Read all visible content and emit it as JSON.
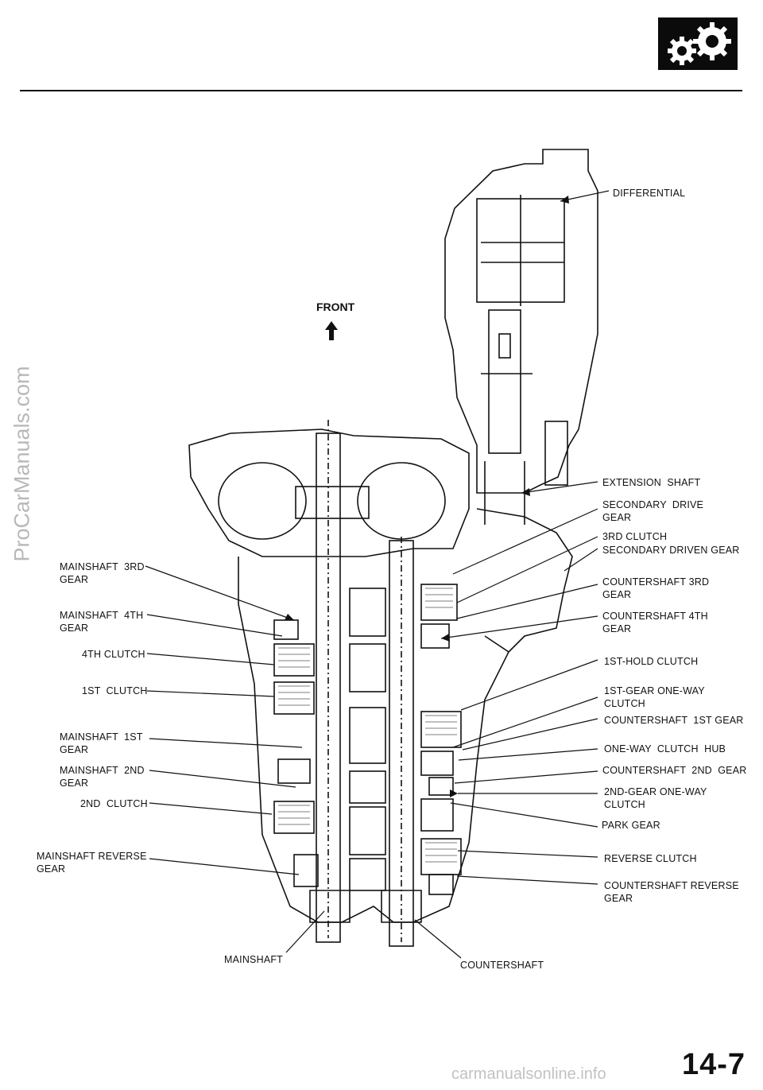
{
  "header": {
    "page_number": "14-7",
    "logo_icon": "gears-icon"
  },
  "front_indicator": {
    "text": "FRONT",
    "icon": "arrow-up-icon"
  },
  "labels_left": {
    "mainshaft_3rd_gear": "MAINSHAFT  3RD\nGEAR",
    "mainshaft_4th_gear": "MAINSHAFT  4TH\nGEAR",
    "fourth_clutch": "4TH CLUTCH",
    "first_clutch": "1ST  CLUTCH",
    "mainshaft_1st_gear": "MAINSHAFT  1ST\nGEAR",
    "mainshaft_2nd_gear": "MAINSHAFT  2ND\nGEAR",
    "second_clutch": "2ND  CLUTCH",
    "mainshaft_reverse_gear": "MAINSHAFT REVERSE\nGEAR"
  },
  "labels_right": {
    "differential": "DIFFERENTIAL",
    "extension_shaft": "EXTENSION  SHAFT",
    "secondary_drive_gear": "SECONDARY  DRIVE\nGEAR",
    "third_clutch": "3RD CLUTCH",
    "secondary_driven_gear": "SECONDARY DRIVEN GEAR",
    "countershaft_3rd_gear": "COUNTERSHAFT 3RD\nGEAR",
    "countershaft_4th_gear": "COUNTERSHAFT 4TH\nGEAR",
    "first_hold_clutch": "1ST-HOLD CLUTCH",
    "first_gear_one_way_clutch": "1ST-GEAR ONE-WAY\nCLUTCH",
    "countershaft_1st_gear": "COUNTERSHAFT  1ST GEAR",
    "one_way_clutch_hub": "ONE-WAY  CLUTCH  HUB",
    "countershaft_2nd_gear": "COUNTERSHAFT  2ND  GEAR",
    "second_gear_one_way_clutch": "2ND-GEAR ONE-WAY\nCLUTCH",
    "park_gear": "PARK GEAR",
    "reverse_clutch": "REVERSE CLUTCH",
    "countershaft_reverse_gear": "COUNTERSHAFT REVERSE\nGEAR"
  },
  "labels_bottom": {
    "mainshaft": "MAINSHAFT",
    "countershaft": "COUNTERSHAFT"
  },
  "watermarks": {
    "left": "ProCarManuals.com",
    "bottom": "carmanualsonline.info"
  }
}
